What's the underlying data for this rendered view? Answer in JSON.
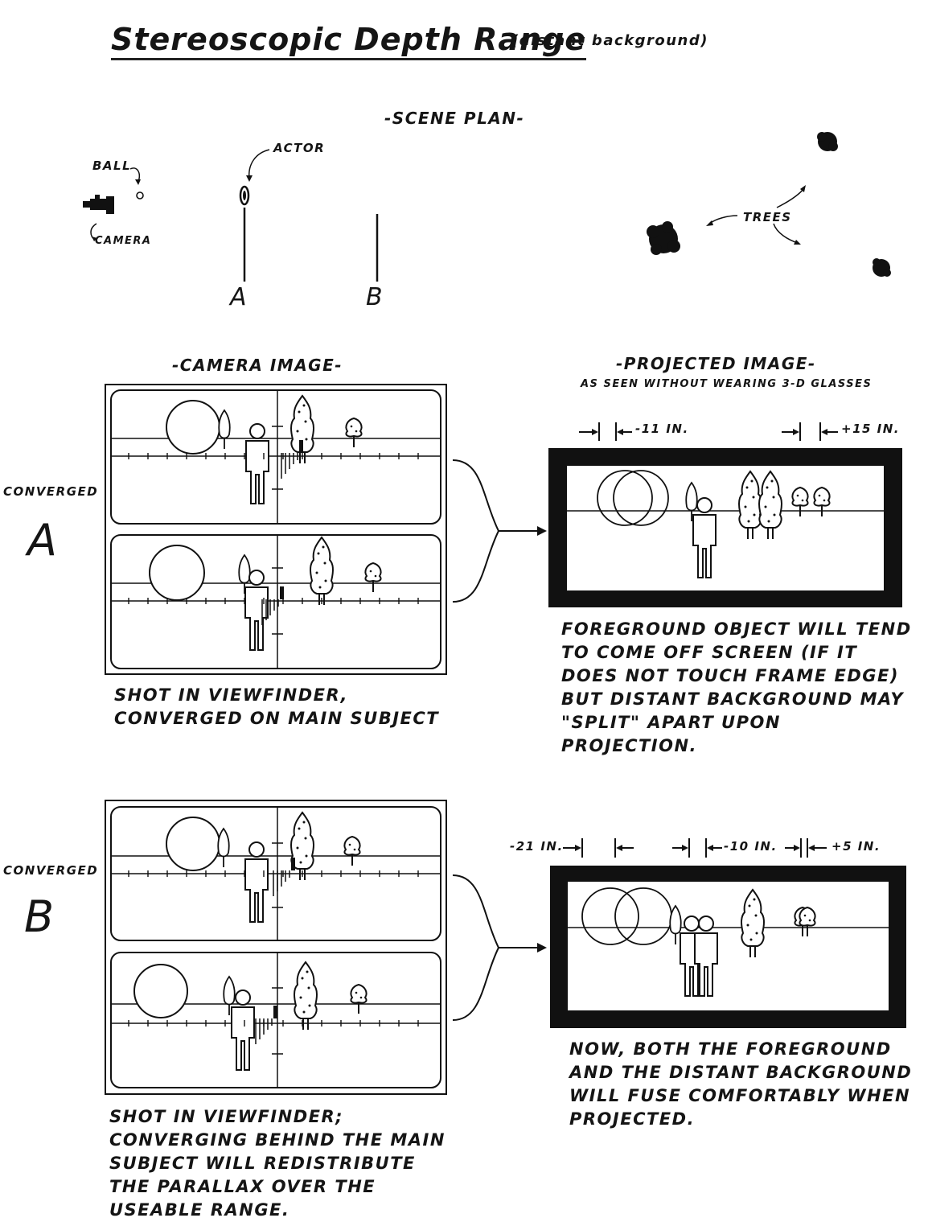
{
  "title": "Stereoscopic Depth Range",
  "subtitle": "(distant background)",
  "scene_plan": {
    "heading": "-SCENE PLAN-",
    "ball_label": "BALL",
    "actor_label": "ACTOR",
    "camera_label": "CAMERA",
    "trees_label": "TREES",
    "plane_a": "A",
    "plane_b": "B"
  },
  "headings": {
    "camera_image": "-CAMERA IMAGE-",
    "projected_image": "-PROJECTED IMAGE-",
    "projected_note": "AS SEEN WITHOUT WEARING 3-D GLASSES"
  },
  "converged_a": {
    "label": "CONVERGED",
    "letter": "A",
    "parallax_left": "-11 IN.",
    "parallax_right": "+15 IN.",
    "camera_caption": "SHOT IN VIEWFINDER, CONVERGED ON MAIN SUBJECT",
    "projection_caption": "FOREGROUND OBJECT WILL TEND TO COME OFF SCREEN (IF IT DOES NOT TOUCH FRAME EDGE) BUT DISTANT BACKGROUND MAY \"SPLIT\" APART UPON PROJECTION."
  },
  "converged_b": {
    "label": "CONVERGED",
    "letter": "B",
    "parallax_1": "-21 IN.",
    "parallax_2": "-10 IN.",
    "parallax_3": "+5 IN.",
    "camera_caption": "SHOT IN VIEWFINDER; CONVERGING BEHIND THE MAIN SUBJECT WILL REDISTRIBUTE THE PARALLAX OVER THE USEABLE RANGE.",
    "projection_caption": "NOW, BOTH THE FOREGROUND AND THE DISTANT BACKGROUND WILL FUSE COMFORTABLY WHEN PROJECTED."
  }
}
